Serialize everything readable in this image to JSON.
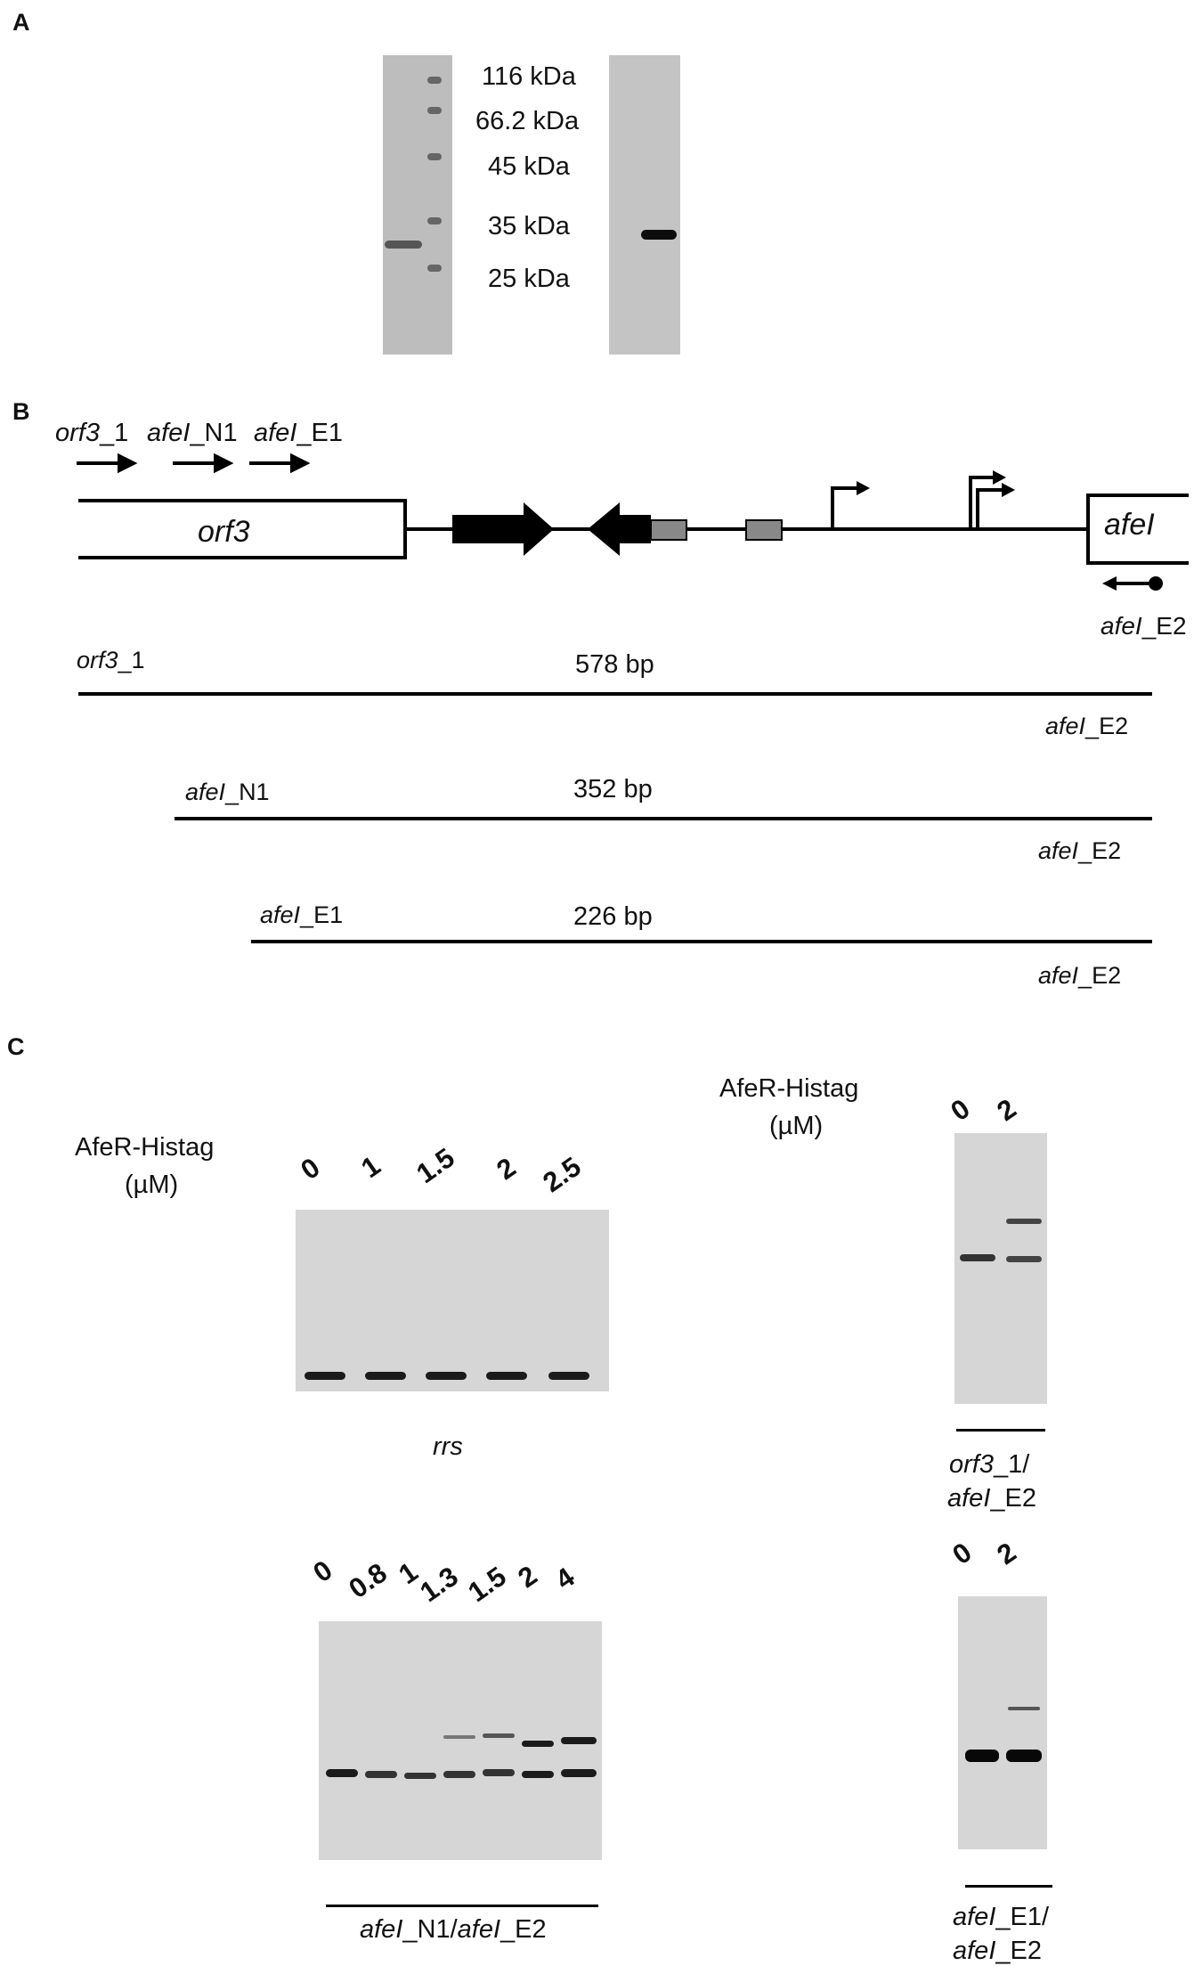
{
  "panelA": {
    "letter": "A",
    "markers": [
      "116 kDa",
      "66.2 kDa",
      "45 kDa",
      "35 kDa",
      "25 kDa"
    ]
  },
  "panelB": {
    "letter": "B",
    "primers_top": [
      {
        "italic": "orf3",
        "plain": "_1"
      },
      {
        "italic": "afeI",
        "plain": "_N1"
      },
      {
        "italic": "afeI",
        "plain": "_E1"
      }
    ],
    "gene_left": "orf3",
    "gene_right": "afeI",
    "reverse_primer": {
      "italic": "afeI",
      "plain": "_E2"
    },
    "products": [
      {
        "start": {
          "italic": "orf3",
          "plain": "_1"
        },
        "size": "578 bp",
        "end": {
          "italic": "afeI",
          "plain": "_E2"
        }
      },
      {
        "start": {
          "italic": "afeI",
          "plain": "_N1"
        },
        "size": "352 bp",
        "end": {
          "italic": "afeI",
          "plain": "_E2"
        }
      },
      {
        "start": {
          "italic": "afeI",
          "plain": "_E1"
        },
        "size": "226 bp",
        "end": {
          "italic": "afeI",
          "plain": "_E2"
        }
      }
    ]
  },
  "panelC": {
    "letter": "C",
    "protein_label": "AfeR-Histag",
    "unit_label": "(µM)",
    "gel_rrs": {
      "lanes": [
        "0",
        "1",
        "1.5",
        "2",
        "2.5"
      ],
      "caption": "rrs"
    },
    "gel_orf3": {
      "lanes": [
        "0",
        "2"
      ],
      "caption_line1": {
        "italic": "orf3",
        "plain": "_1/"
      },
      "caption_line2": {
        "italic": "afeI",
        "plain": "_E2"
      }
    },
    "gel_n1": {
      "lanes": [
        "0",
        "0.8",
        "1",
        "1.3",
        "1.5",
        "2",
        "4"
      ],
      "caption": {
        "italic1": "afeI",
        "plain1": "_N1/",
        "italic2": "afeI",
        "plain2": "_E2"
      }
    },
    "gel_e1": {
      "lanes": [
        "0",
        "2"
      ],
      "caption_line1": {
        "italic": "afeI",
        "plain": "_E1/"
      },
      "caption_line2": {
        "italic": "afeI",
        "plain": "_E2"
      }
    }
  }
}
